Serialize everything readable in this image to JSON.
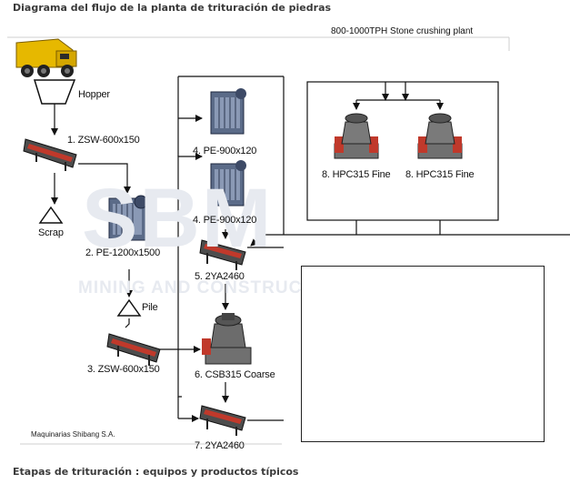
{
  "page": {
    "heading": "Diagrama del flujo de la planta de trituración de piedras",
    "footer_heading": "Etapas de trituración : equipos y productos típicos"
  },
  "diagram": {
    "capacity_label": "800-1000TPH Stone crushing plant",
    "company": "Maquinarias Shibang S.A.",
    "watermark": "SBM",
    "watermark_sub": "MINING AND CONSTRUCTION",
    "labels": {
      "hopper": "Hopper",
      "feeder1": "1. ZSW-600x150",
      "scrap": "Scrap",
      "jaw1": "2. PE-1200x1500",
      "pile": "Pile",
      "feeder3": "3. ZSW-600x150",
      "jaw4a": "4. PE-900x120",
      "jaw4b": "4. PE-900x120",
      "screen5": "5. 2YA2460",
      "cone6": "6. CSB315 Coarse",
      "screen7": "7. 2YA2460",
      "cone8a": "8. HPC315 Fine",
      "cone8b": "8. HPC315 Fine"
    },
    "colors": {
      "machine_blue": "#4a5a78",
      "screen_red": "#c0392b",
      "truck_yellow": "#e6b800"
    }
  }
}
